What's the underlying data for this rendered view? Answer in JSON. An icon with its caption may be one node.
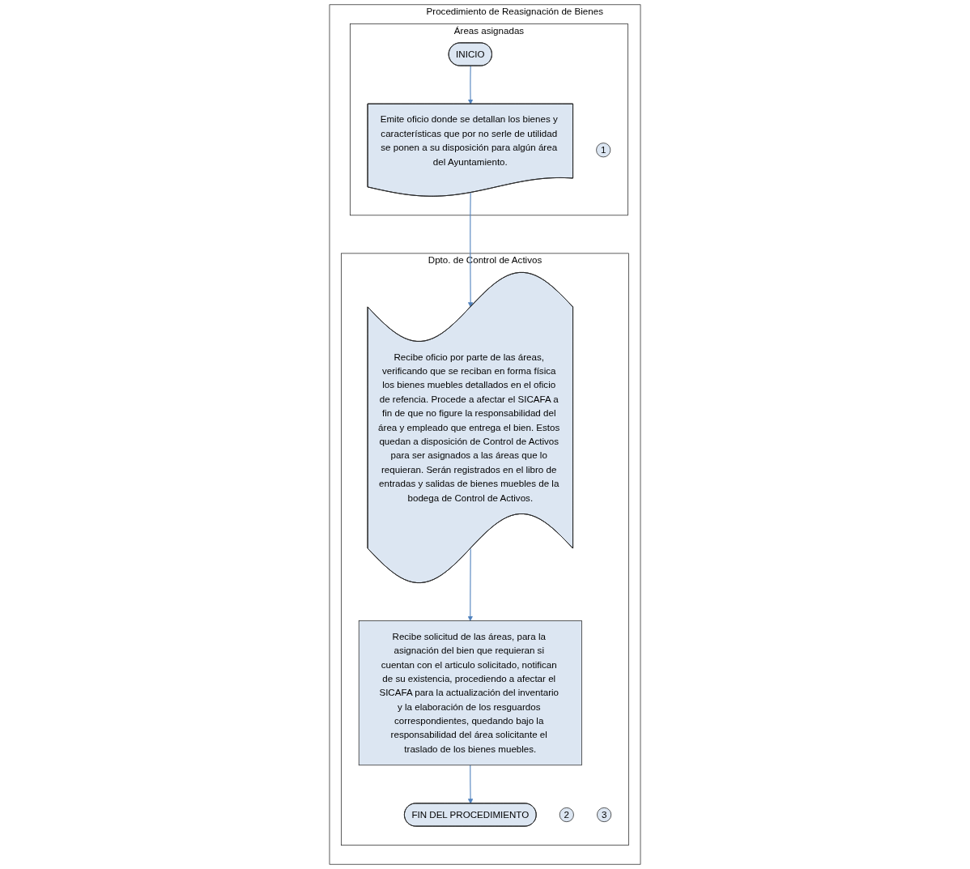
{
  "diagram": {
    "nodes": [
      {
        "text": [
          "Procedimiento de Reasignación de Bienes"
        ]
      },
      {
        "text": [
          "Dpto. de Control de Activos"
        ],
        "in": 0
      },
      {
        "text": [
          "Áreas asignadas"
        ],
        "in": 0
      },
      {
        "text": [
          "INICIO"
        ],
        "in": 2
      },
      {
        "text": [
          "Emite oficio donde se detallan los bienes y características que por no serle de utilidad se ponen a su disposición para algún área del Ayuntamiento."
        ],
        "in": 2
      },
      {
        "text": [
          "1"
        ],
        "in": 2
      },
      {
        "text": [
          "Recibe oficio por parte de las áreas, verificando que se reciban en forma física los bienes muebles detallados en el oficio de refencia. Procede a afectar el SICAFA a fin de que no figure la responsabilidad del área y empleado que entrega el bien. Estos quedan a disposición de Control de Activos para ser asignados a las áreas que lo requieran. Serán registrados en el libro de entradas y salidas de bienes muebles de la bodega de Control de Activos."
        ],
        "in": 1
      },
      {
        "text": [
          "2"
        ],
        "in": 1
      },
      {
        "text": [
          "Recibe solicitud de las áreas, para la asignación del bien que requieran si cuentan con el articulo solicitado, notifican de su existencia, procediendo a afectar el SICAFA para la actualización del inventario y la elaboración de los resguardos correspondientes, quedando bajo la responsabilidad del área solicitante el traslado de los bienes muebles."
        ],
        "in": 1
      },
      {
        "text": [
          "3"
        ],
        "in": 1
      },
      {
        "text": [
          "FIN DEL PROCEDIMIENTO"
        ],
        "in": 1
      }
    ],
    "edges": [
      {
        "from": 3,
        "to": 4,
        "arrow": "to"
      },
      {
        "from": 4,
        "to": 6,
        "arrow": "to"
      },
      {
        "from": 6,
        "to": 8,
        "arrow": "to"
      },
      {
        "from": 8,
        "to": 10,
        "arrow": "to"
      }
    ]
  }
}
